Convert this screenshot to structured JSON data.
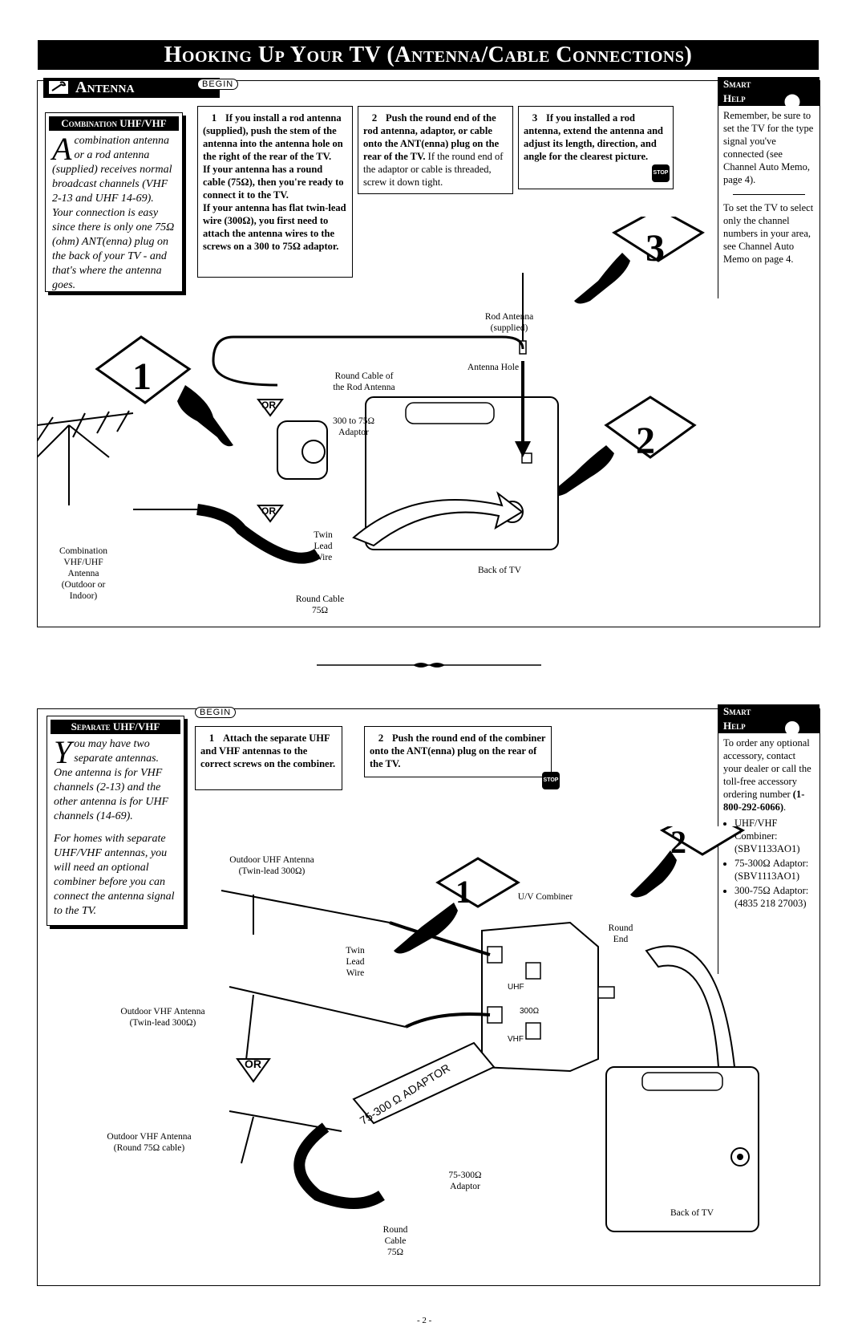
{
  "title": "Hooking Up Your TV (Antenna/Cable Connections)",
  "top": {
    "section_label": "Antenna",
    "begin": "BEGIN",
    "sidebox": {
      "heading": "Combination UHF/VHF",
      "dropcap": "A",
      "text": "combination antenna or a rod antenna (supplied) receives normal broadcast channels (VHF 2-13 and UHF 14-69). Your connection is easy since there is only one 75Ω (ohm) ANT(enna) plug on the back of your TV - and that's where the antenna goes."
    },
    "steps": [
      {
        "num": "1",
        "bold1": "If you install a rod antenna (supplied), push the stem of the antenna into the antenna hole on the right of the rear of the TV.",
        "bold2": "If your antenna has a round cable (75Ω), then you're ready to connect it to the TV.",
        "bold3": "If your antenna has flat twin-lead wire (300Ω), you first need to attach the antenna wires to the screws on a 300 to 75Ω adaptor."
      },
      {
        "num": "2",
        "bold1": "Push the round end of the rod antenna, adaptor, or cable onto the ANT(enna) plug on the rear of the TV.",
        "normal1": "If the round end of the adaptor or cable is threaded, screw it down tight."
      },
      {
        "num": "3",
        "bold1": "If you installed a rod antenna, extend the antenna and adjust its length, direction, and angle for the clearest picture."
      }
    ],
    "stop": "STOP",
    "smart_help": {
      "title1": "Smart",
      "title2": "Help",
      "p1": "Remember, be sure to set the TV for the type signal you've connected (see Channel Auto Memo, page 4).",
      "p2": "To set the TV to select only the channel numbers in your area, see Channel Auto Memo on page 4."
    },
    "labels": {
      "rod_antenna": "Rod Antenna (supplied)",
      "antenna_hole": "Antenna Hole",
      "round_cable_rod": "Round Cable of the Rod Antenna",
      "adaptor": "300 to 75Ω Adaptor",
      "combination": "Combination VHF/UHF Antenna (Outdoor or Indoor)",
      "twin_lead": "Twin Lead Wire",
      "back_of_tv": "Back of TV",
      "round_cable": "Round Cable 75Ω",
      "or1": "OR",
      "or2": "OR",
      "hand1": "1",
      "hand2": "2",
      "hand3": "3"
    }
  },
  "bottom": {
    "begin": "BEGIN",
    "sidebox": {
      "heading": "Separate UHF/VHF",
      "dropcap": "Y",
      "text1": "ou may have two separate antennas. One antenna is for VHF channels (2-13) and the other antenna is for UHF channels (14-69).",
      "text2": "For homes with separate UHF/VHF antennas, you will need an optional combiner before you can connect the antenna signal to the TV."
    },
    "steps": [
      {
        "num": "1",
        "bold1": "Attach the separate UHF and VHF antennas to the correct screws on the combiner."
      },
      {
        "num": "2",
        "bold1": "Push the round end of the combiner onto the ANT(enna) plug on the rear of the TV."
      }
    ],
    "stop": "STOP",
    "smart_help": {
      "title1": "Smart",
      "title2": "Help",
      "intro": "To order any optional accessory, contact your dealer or call the toll-free accessory ordering number",
      "phone": "(1-800-292-6066)",
      "items": [
        "UHF/VHF Combiner: (SBV1133AO1)",
        "75-300Ω Adaptor: (SBV1113AO1)",
        "300-75Ω Adaptor: (4835 218 27003)"
      ]
    },
    "labels": {
      "outdoor_uhf": "Outdoor UHF Antenna (Twin-lead 300Ω)",
      "outdoor_vhf": "Outdoor VHF Antenna (Twin-lead 300Ω)",
      "outdoor_vhf_round": "Outdoor VHF Antenna (Round 75Ω cable)",
      "twin_lead": "Twin Lead Wire",
      "uv_combiner": "U/V Combiner",
      "round_end": "Round End",
      "adaptor": "75-300Ω Adaptor",
      "adaptor_text": "75-300 Ω ADAPTOR",
      "round_cable": "Round Cable 75Ω",
      "back_of_tv": "Back of TV",
      "uhf": "UHF",
      "vhf": "VHF",
      "ohm": "300Ω",
      "or": "OR",
      "hand1": "1",
      "hand2": "2"
    }
  },
  "page_number": "- 2 -"
}
